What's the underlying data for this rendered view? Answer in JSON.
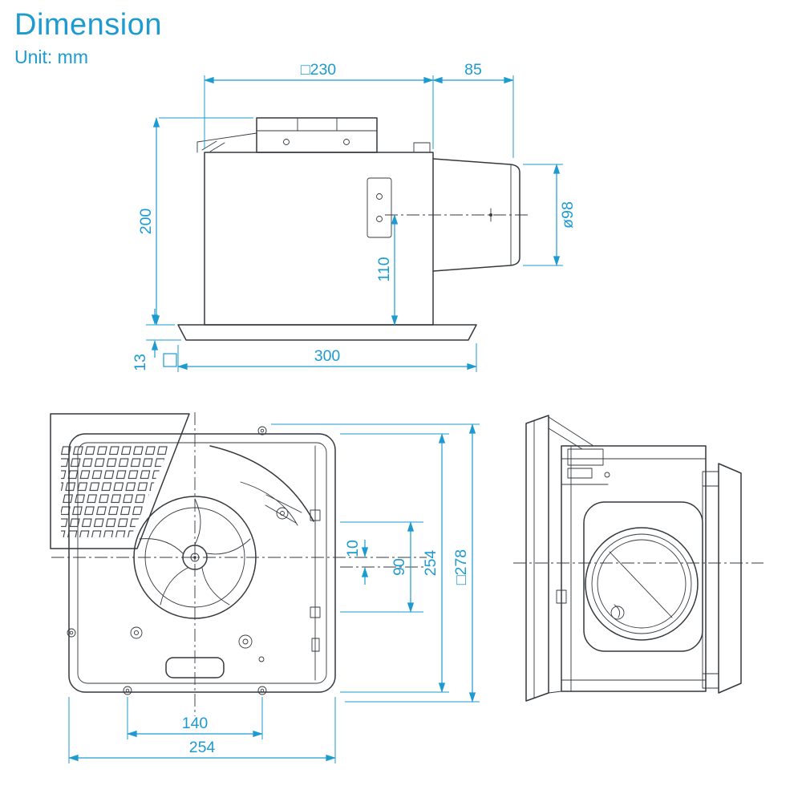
{
  "title": "Dimension",
  "unit": "Unit: mm",
  "colors": {
    "accent": "#1d9bd1",
    "line": "#34393e"
  },
  "dims": {
    "side": {
      "body_width": "□230",
      "duct_length": "85",
      "body_height": "200",
      "duct_axis_height": "110",
      "duct_diameter": "ø98",
      "panel_thickness": "13",
      "panel_width": "300"
    },
    "bottom": {
      "duct_offset": "10",
      "duct_opening": "90",
      "body_depth": "254",
      "panel_square": "□278",
      "mounting_pitch": "140",
      "body_width": "254"
    }
  }
}
